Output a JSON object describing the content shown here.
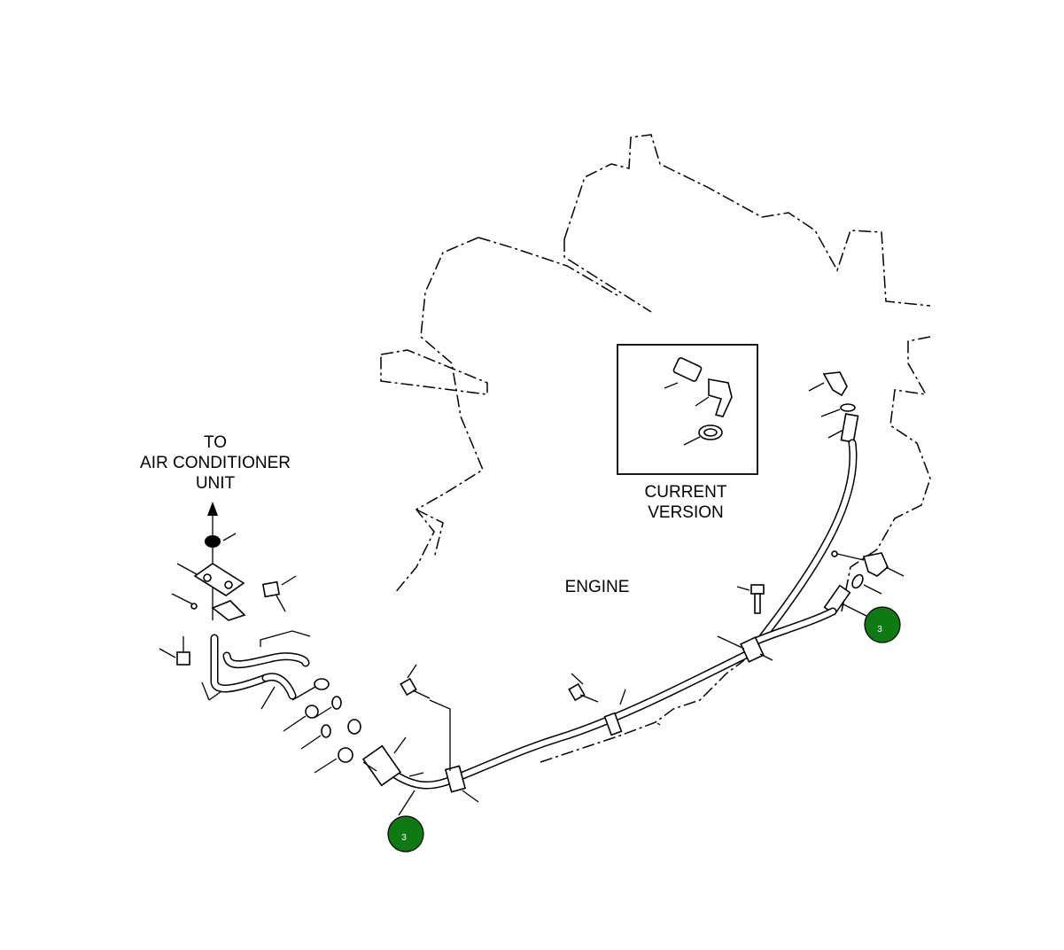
{
  "labels": {
    "to_unit_line1": "TO",
    "to_unit_line2": "AIR CONDITIONER",
    "to_unit_line3": "UNIT",
    "current_version_line1": "CURRENT",
    "current_version_line2": "VERSION",
    "engine": "ENGINE"
  },
  "callouts": [
    {
      "id": "callout-right",
      "text": "3",
      "color": "#0f7a14"
    },
    {
      "id": "callout-bottom",
      "text": "3",
      "color": "#0f7a14"
    }
  ],
  "colors": {
    "callout_fill": "#0f7a14",
    "line": "#000000",
    "background": "#ffffff"
  }
}
